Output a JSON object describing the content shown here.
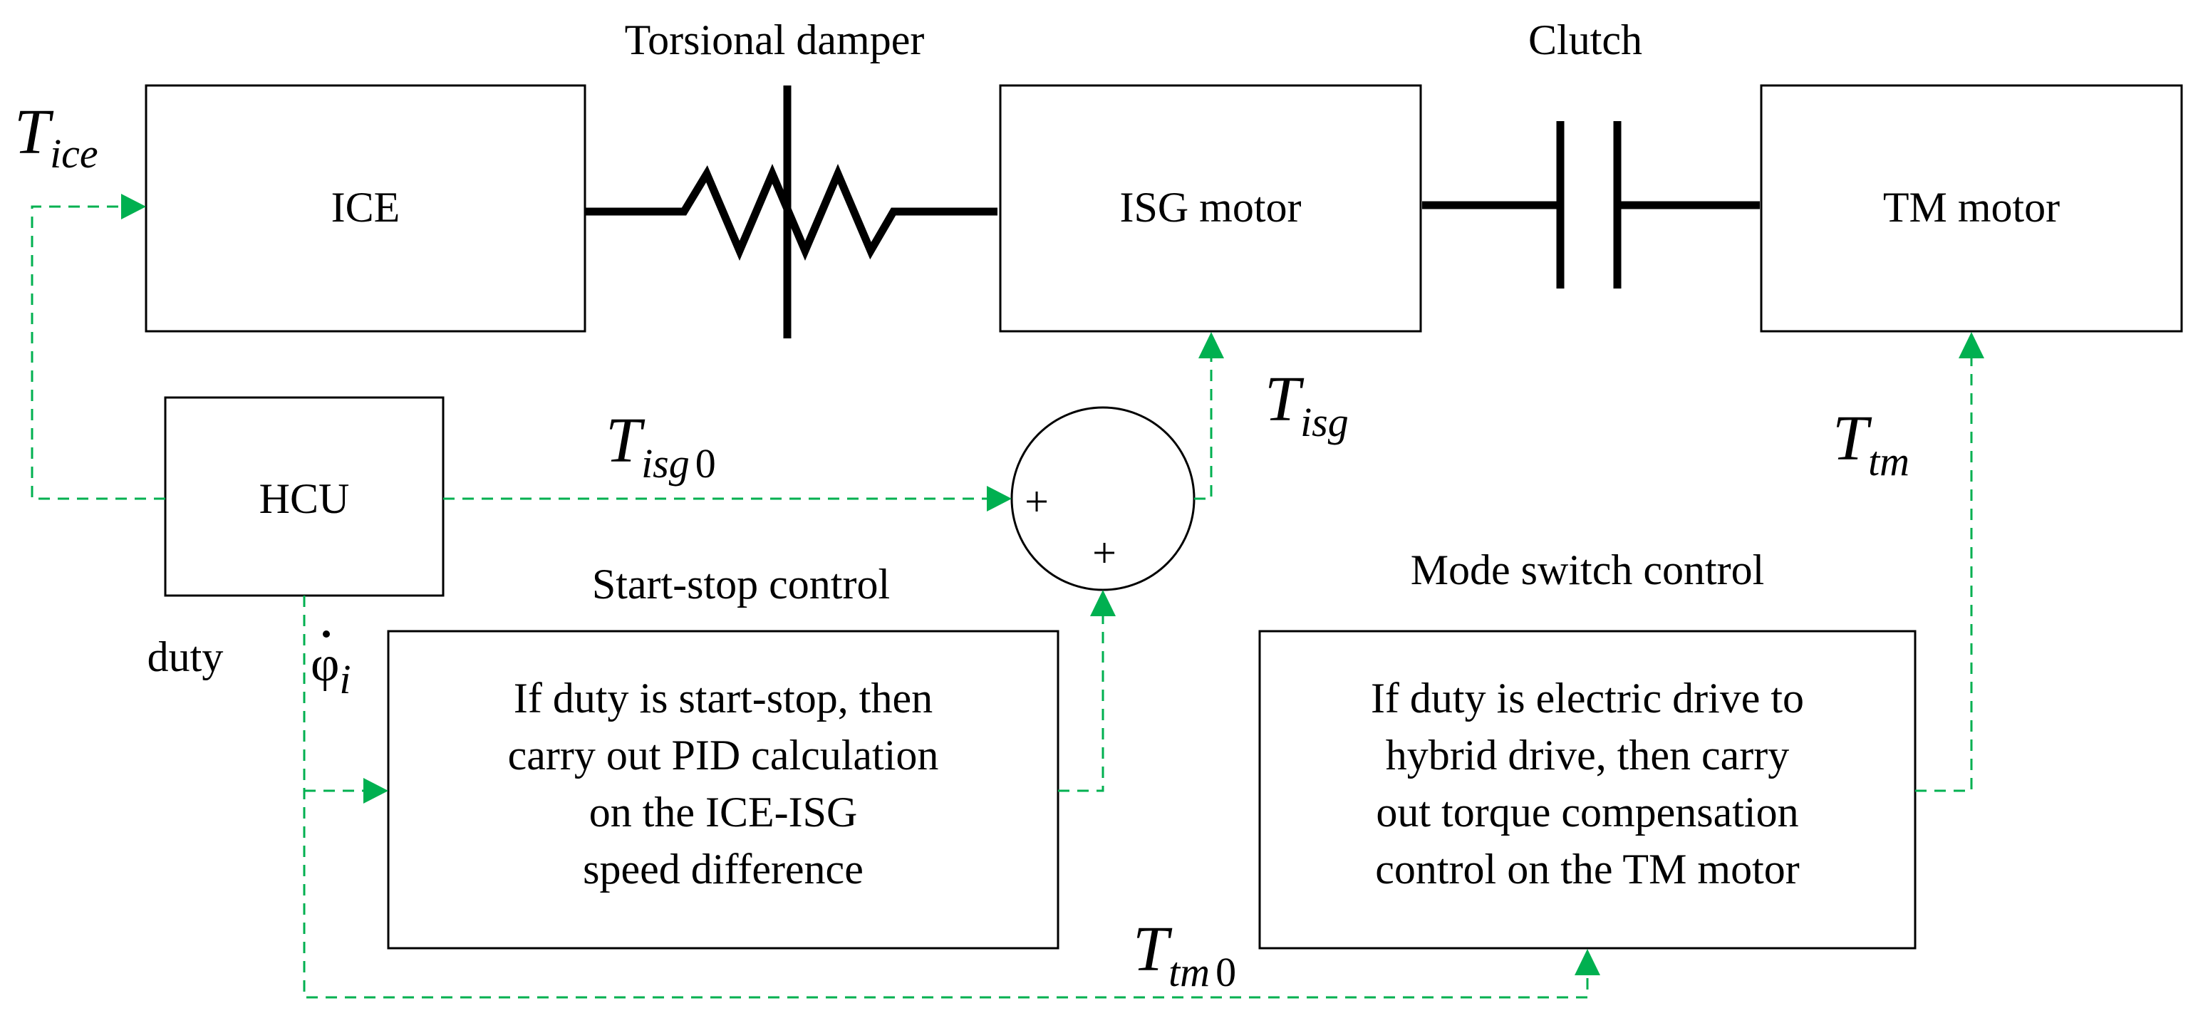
{
  "labels": {
    "torsional_damper": "Torsional damper",
    "clutch": "Clutch",
    "start_stop_control": "Start-stop control",
    "mode_switch_control": "Mode switch control",
    "duty": "duty"
  },
  "blocks": {
    "ice": "ICE",
    "isg_motor": "ISG motor",
    "tm_motor": "TM motor",
    "hcu": "HCU",
    "start_stop_lines": [
      "If duty is start-stop, then",
      "carry out PID calculation",
      "on the ICE-ISG",
      "speed difference"
    ],
    "mode_switch_lines": [
      "If duty is electric drive  to",
      "hybrid drive, then carry",
      "out torque compensation",
      "control on the TM motor"
    ]
  },
  "summing_junction": {
    "sign_left": "+",
    "sign_bottom": "+"
  },
  "signals": {
    "t_ice": {
      "main": "T",
      "sub": "ice"
    },
    "t_isg0": {
      "main": "T",
      "sub": "isg",
      "sub2": "0"
    },
    "t_isg": {
      "main": "T",
      "sub": "isg"
    },
    "t_tm": {
      "main": "T",
      "sub": "tm"
    },
    "t_tm0": {
      "main": "T",
      "sub": "tm",
      "sub2": "0"
    },
    "phi_dot": {
      "main": "φ",
      "sub": "i"
    }
  },
  "colors": {
    "signal_line": "#00b050",
    "block_stroke": "#000000",
    "shaft": "#000000"
  }
}
